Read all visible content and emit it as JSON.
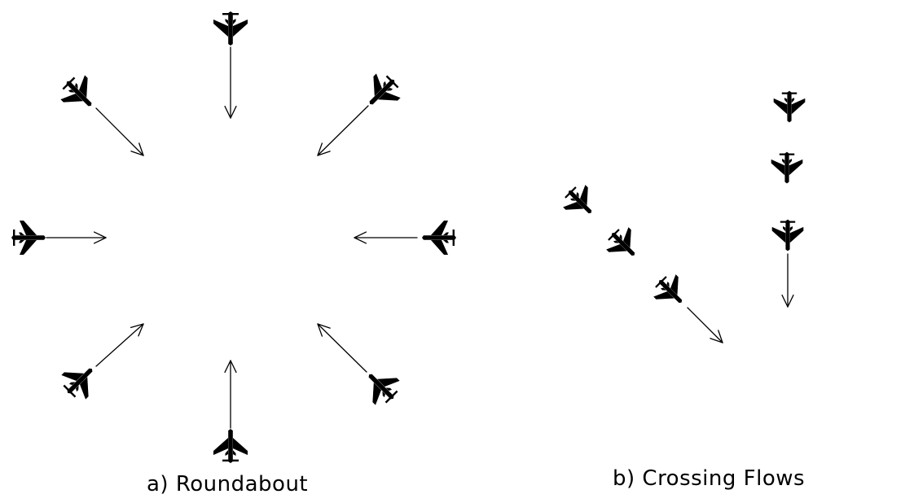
{
  "panels": {
    "a": {
      "caption": "a) Roundabout",
      "aircraft_icon": "airplane-icon",
      "aircraft_count": 8,
      "headings": [
        "south",
        "southeast",
        "east",
        "northeast",
        "north",
        "northwest",
        "west",
        "southwest"
      ]
    },
    "b": {
      "caption": "b) Crossing Flows",
      "aircraft_icon": "airplane-icon",
      "flows": [
        {
          "aircraft_count": 3,
          "heading": "southeast"
        },
        {
          "aircraft_count": 3,
          "heading": "south"
        }
      ]
    }
  },
  "colors": {
    "ink": "#000000",
    "background": "#ffffff"
  }
}
